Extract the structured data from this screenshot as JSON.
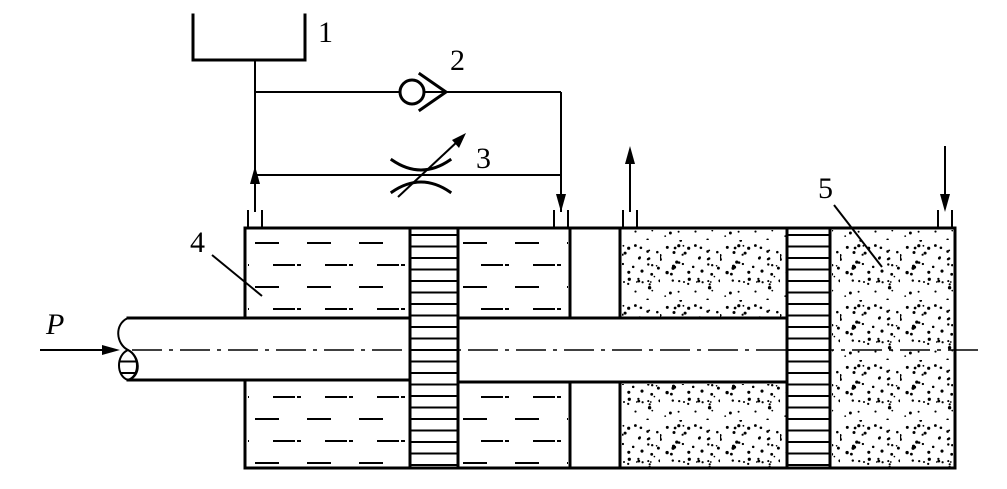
{
  "labels": {
    "tank": "1",
    "check_valve": "2",
    "throttle_valve": "3",
    "hydraulic_chamber": "4",
    "pneumatic_chamber": "5",
    "force": "P"
  }
}
